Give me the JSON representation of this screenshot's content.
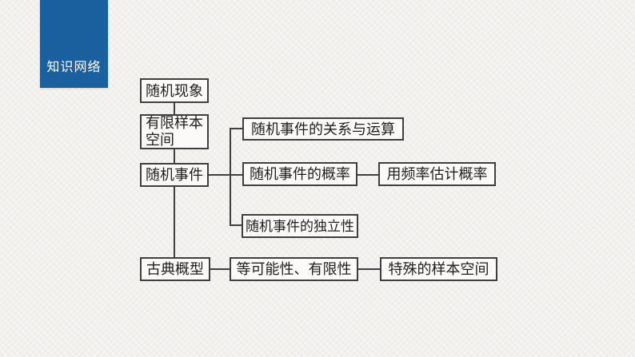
{
  "slide": {
    "background_color": "#f2f1ee",
    "box_fill_color": "#fbfaf8",
    "line_color": "#3f3f3f"
  },
  "tag": {
    "label": "知识网络",
    "background_color": "#1a5f9e",
    "text_color": "#ffffff"
  },
  "diagram": {
    "nodes": {
      "random_phenomenon": {
        "label": "随机现象"
      },
      "finite_sample_space": {
        "label": "有限样本空间",
        "line1": "有限样本",
        "line2": "空间"
      },
      "random_event": {
        "label": "随机事件"
      },
      "relations_operations": {
        "label": "随机事件的关系与运算"
      },
      "event_probability": {
        "label": "随机事件的概率"
      },
      "frequency_estimate": {
        "label": "用频率估计概率"
      },
      "independence": {
        "label": "随机事件的独立性"
      },
      "classical_model": {
        "label": "古典概型"
      },
      "equally_likely_finite": {
        "label": "等可能性、有限性"
      },
      "special_sample_space": {
        "label": "特殊的样本空间"
      }
    },
    "edges": [
      {
        "from": "随机现象",
        "to": "有限样本空间"
      },
      {
        "from": "有限样本空间",
        "to": "随机事件"
      },
      {
        "from": "随机事件",
        "to": "随机事件的关系与运算"
      },
      {
        "from": "随机事件",
        "to": "随机事件的概率"
      },
      {
        "from": "随机事件",
        "to": "随机事件的独立性"
      },
      {
        "from": "随机事件的概率",
        "to": "用频率估计概率"
      },
      {
        "from": "随机事件",
        "to": "古典概型"
      },
      {
        "from": "古典概型",
        "to": "等可能性、有限性"
      },
      {
        "from": "等可能性、有限性",
        "to": "特殊的样本空间"
      }
    ]
  }
}
